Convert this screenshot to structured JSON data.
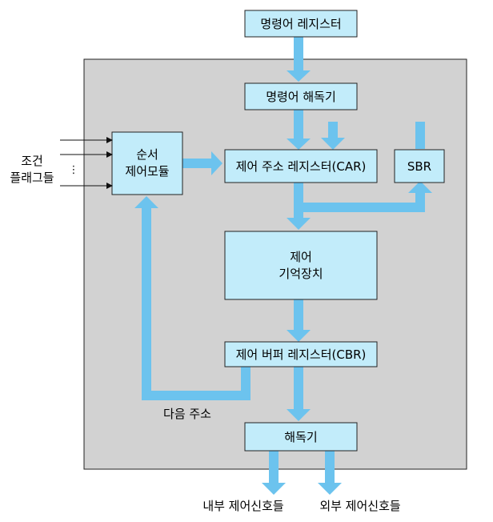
{
  "diagram": {
    "ir_label": "명령어 레지스터",
    "decoder1_label": "명령어 해독기",
    "car_label": "제어 주소 레지스터(CAR)",
    "sbr_label": "SBR",
    "seq_line1": "순서",
    "seq_line2": "제어모듈",
    "cm_line1": "제어",
    "cm_line2": "기억장치",
    "cbr_label": "제어 버퍼 레지스터(CBR)",
    "decoder2_label": "해독기",
    "cond_line1": "조건",
    "cond_line2": "플래그들",
    "cond_dots": "⋮",
    "next_addr_label": "다음 주소",
    "internal_out_label": "내부 제어신호들",
    "external_out_label": "외부 제어신호들"
  },
  "colors": {
    "box_fill": "#c2ecfa",
    "arrow": "#6cc3ee",
    "panel": "#d2d2d2",
    "border": "#222222"
  }
}
